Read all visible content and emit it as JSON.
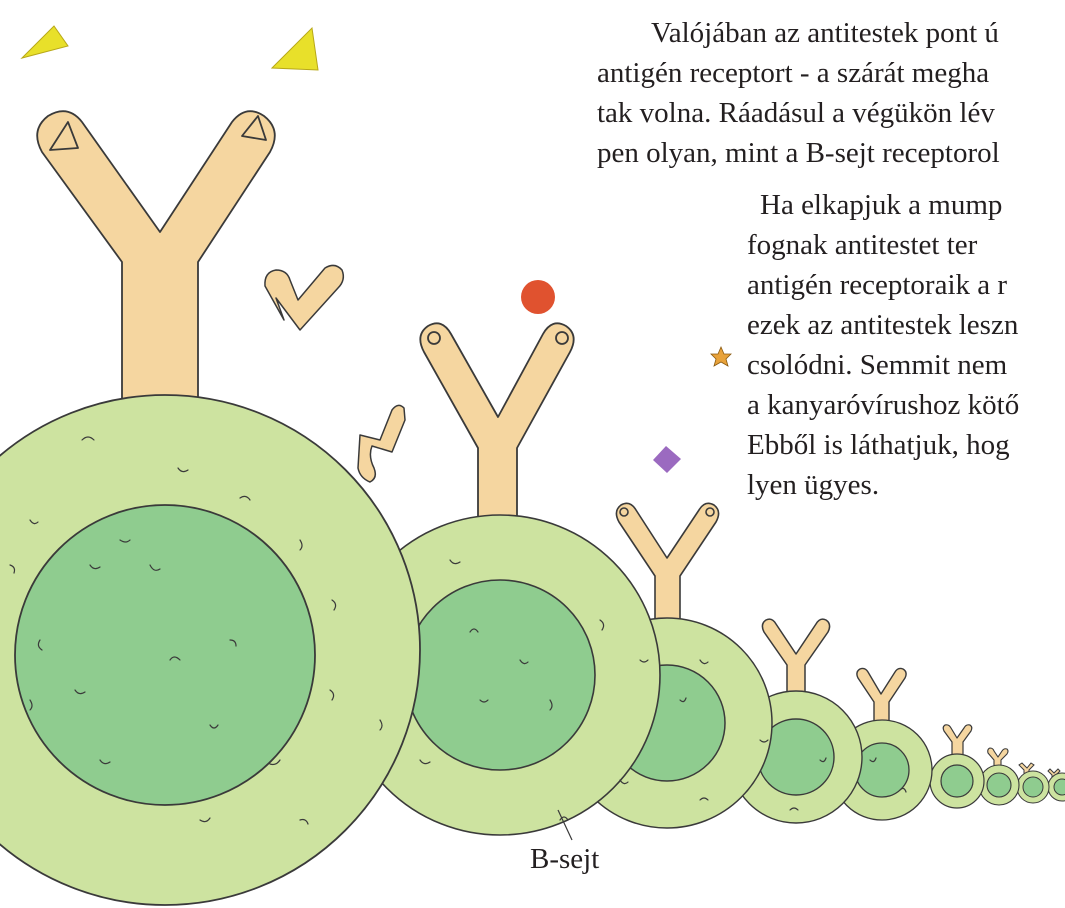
{
  "text_block_1": [
    "Valójában az antitestek pont ú",
    "antigén receptort - a szárát megha",
    "tak volna.  Ráadásul  a végükön lév",
    "pen olyan, mint a B-sejt receptorol"
  ],
  "text_block_2": [
    "Ha elkapjuk a mump",
    "fognak antitestet ter",
    "antigén receptoraik a r",
    "ezek az antitestek leszn",
    "csolódni.  Semmit nem",
    "a kanyaróvírushoz kötő",
    "Ebből is láthatjuk, hog",
    "lyen ügyes."
  ],
  "cell_label": "B-sejt",
  "colors": {
    "cell_outer": "#cde3a0",
    "cell_inner": "#8fcc8f",
    "receptor": "#f5d6a0",
    "outline": "#3a3a3a",
    "antigen_triangle": "#e8e02a",
    "antigen_circle": "#e0522f",
    "antigen_star": "#e8a23a",
    "antigen_diamond": "#9b6ac0"
  }
}
